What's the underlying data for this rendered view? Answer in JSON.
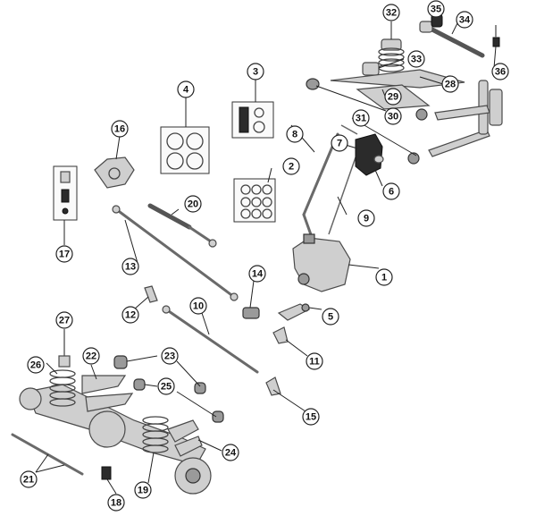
{
  "diagram": {
    "callouts": [
      {
        "id": "c1",
        "label": "1"
      },
      {
        "id": "c2",
        "label": "2"
      },
      {
        "id": "c3",
        "label": "3"
      },
      {
        "id": "c4",
        "label": "4"
      },
      {
        "id": "c5",
        "label": "5"
      },
      {
        "id": "c6",
        "label": "6"
      },
      {
        "id": "c7",
        "label": "7"
      },
      {
        "id": "c8",
        "label": "8"
      },
      {
        "id": "c9",
        "label": "9"
      },
      {
        "id": "c10",
        "label": "10"
      },
      {
        "id": "c11",
        "label": "11"
      },
      {
        "id": "c12",
        "label": "12"
      },
      {
        "id": "c13",
        "label": "13"
      },
      {
        "id": "c14",
        "label": "14"
      },
      {
        "id": "c15",
        "label": "15"
      },
      {
        "id": "c16",
        "label": "16"
      },
      {
        "id": "c17",
        "label": "17"
      },
      {
        "id": "c18",
        "label": "18"
      },
      {
        "id": "c19",
        "label": "19"
      },
      {
        "id": "c20",
        "label": "20"
      },
      {
        "id": "c21",
        "label": "21"
      },
      {
        "id": "c22",
        "label": "22"
      },
      {
        "id": "c23",
        "label": "23"
      },
      {
        "id": "c24",
        "label": "24"
      },
      {
        "id": "c25",
        "label": "25"
      },
      {
        "id": "c26",
        "label": "26"
      },
      {
        "id": "c27",
        "label": "27"
      },
      {
        "id": "c28",
        "label": "28"
      },
      {
        "id": "c29",
        "label": "29"
      },
      {
        "id": "c30",
        "label": "30"
      },
      {
        "id": "c31",
        "label": "31"
      },
      {
        "id": "c32",
        "label": "32"
      },
      {
        "id": "c33",
        "label": "33"
      },
      {
        "id": "c34",
        "label": "34"
      },
      {
        "id": "c35",
        "label": "35"
      },
      {
        "id": "c36",
        "label": "36"
      }
    ]
  }
}
